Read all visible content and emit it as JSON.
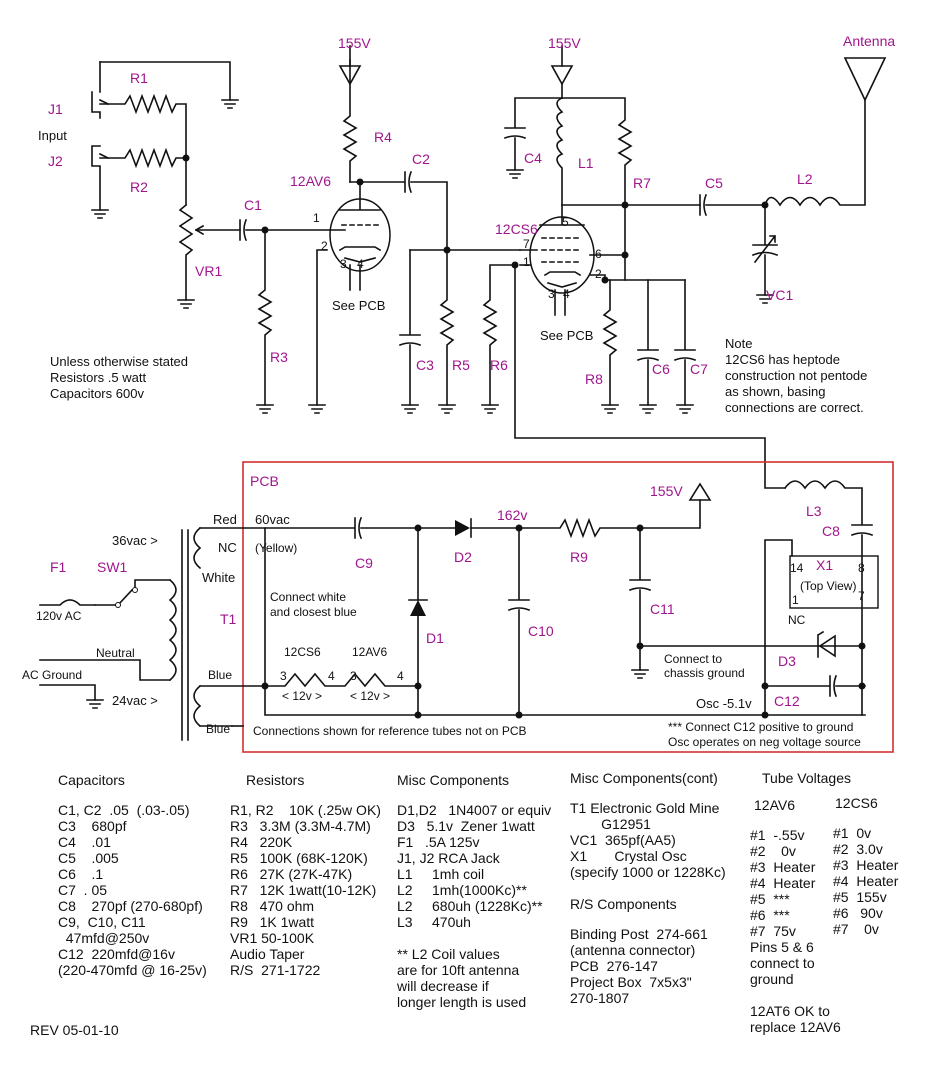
{
  "schematic": {
    "voltages": {
      "v155": "155V",
      "v162": "162v",
      "osc": "Osc -5.1v",
      "vac36": "36vac >",
      "vac24": "24vac >",
      "vac60": "60vac",
      "vac120": "120v AC"
    },
    "labels": {
      "antenna": "Antenna",
      "input": "Input",
      "j1": "J1",
      "j2": "J2",
      "r1": "R1",
      "r2": "R2",
      "r3": "R3",
      "r4": "R4",
      "r5": "R5",
      "r6": "R6",
      "r7": "R7",
      "r8": "R8",
      "r9": "R9",
      "c1": "C1",
      "c2": "C2",
      "c3": "C3",
      "c4": "C4",
      "c5": "C5",
      "c6": "C6",
      "c7": "C7",
      "c8": "C8",
      "c9": "C9",
      "c10": "C10",
      "c11": "C11",
      "c12": "C12",
      "l1": "L1",
      "l2": "L2",
      "l3": "L3",
      "vr1": "VR1",
      "vc1": "VC1",
      "d1": "D1",
      "d2": "D2",
      "d3": "D3",
      "x1": "X1",
      "t1": "T1",
      "f1": "F1",
      "sw1": "SW1",
      "pcb": "PCB",
      "tube1": "12AV6",
      "tube2": "12CS6"
    },
    "texts": {
      "see_pcb_1": "See PCB",
      "see_pcb_2": "See PCB",
      "stated_1": "Unless otherwise stated",
      "stated_2": "Resistors  .5 watt",
      "stated_3": "Capacitors   600v",
      "note_1": "Note",
      "note_2": "12CS6 has heptode",
      "note_3": "construction not pentode",
      "note_4": "as shown, basing",
      "note_5": "connections are correct.",
      "red": "Red",
      "nc": "NC",
      "yellow": "(Yellow)",
      "white": "White",
      "blue1": "Blue",
      "blue2": "Blue",
      "neutral": "Neutral",
      "ac_ground": "AC Ground",
      "connect_wb_1": "Connect white",
      "connect_wb_2": "and closest blue",
      "heater_1": "12CS6",
      "heater_2": "12AV6",
      "h12v_1": "< 12v >",
      "h12v_2": "< 12v >",
      "chassis_1": "Connect to",
      "chassis_2": "chassis ground",
      "ref_tubes": "Connections shown for reference tubes not on PCB",
      "c12_note_1": "*** Connect C12 positive to ground",
      "c12_note_2": "Osc operates on neg voltage source",
      "top_view": "(Top View)",
      "x1_nc": "NC",
      "pin1": "1",
      "pin2": "2",
      "pin3": "3",
      "pin4": "4",
      "pin5": "5",
      "pin6": "6",
      "pin7": "7",
      "pin8": "8",
      "pin14": "14"
    }
  },
  "capacitors": {
    "title": "Capacitors",
    "lines": [
      "C1, C2  .05  (.03-.05)",
      "C3    680pf",
      "C4    .01",
      "C5    .005",
      "C6    .1",
      "C7  . 05",
      "C8    270pf (270-680pf)",
      "C9,  C10, C11",
      "  47mfd@250v",
      "C12  220mfd@16v",
      "(220-470mfd @ 16-25v)"
    ]
  },
  "resistors": {
    "title": "Resistors",
    "lines": [
      "R1, R2    10K (.25w OK)",
      "R3   3.3M (3.3M-4.7M)",
      "R4   220K",
      "R5   100K (68K-120K)",
      "R6   27K (27K-47K)",
      "R7   12K 1watt(10-12K)",
      "R8   470 ohm",
      "R9   1K 1watt",
      "VR1 50-100K",
      "Audio Taper",
      "R/S  271-1722"
    ]
  },
  "misc": {
    "title": "Misc Components",
    "lines": [
      "D1,D2   1N4007 or equiv",
      "D3   5.1v  Zener 1watt",
      "F1   .5A 125v",
      "J1, J2 RCA Jack",
      "L1     1mh coil",
      "L2     1mh(1000Kc)**",
      "L2     680uh (1228Kc)**",
      "L3     470uh"
    ],
    "note": [
      "** L2 Coil values",
      "are for 10ft antenna",
      "will decrease if",
      "longer length is used"
    ]
  },
  "misc_cont": {
    "title": "Misc Components(cont)",
    "lines": [
      "T1 Electronic Gold Mine",
      "        G12951",
      "VC1  365pf(AA5)",
      "X1       Crystal Osc",
      "(specify 1000 or 1228Kc)"
    ],
    "rs_title": "R/S Components",
    "rs_lines": [
      "Binding Post  274-661",
      "(antenna connector)",
      "PCB  276-147",
      "Project Box  7x5x3\"",
      "270-1807"
    ]
  },
  "tube_voltages": {
    "title": "Tube Voltages",
    "col1_title": "12AV6",
    "col1": [
      "#1  -.55v",
      "#2    0v",
      "#3  Heater",
      "#4  Heater",
      "#5  ***",
      "#6  ***",
      "#7  75v",
      "Pins 5 & 6",
      "connect to",
      "ground"
    ],
    "col2_title": "12CS6",
    "col2": [
      "#1  0v",
      "#2  3.0v",
      "#3  Heater",
      "#4  Heater",
      "#5  155v",
      "#6   90v",
      "#7    0v"
    ],
    "replace": [
      "12AT6 OK to",
      "replace 12AV6"
    ]
  },
  "rev": "REV 05-01-10"
}
